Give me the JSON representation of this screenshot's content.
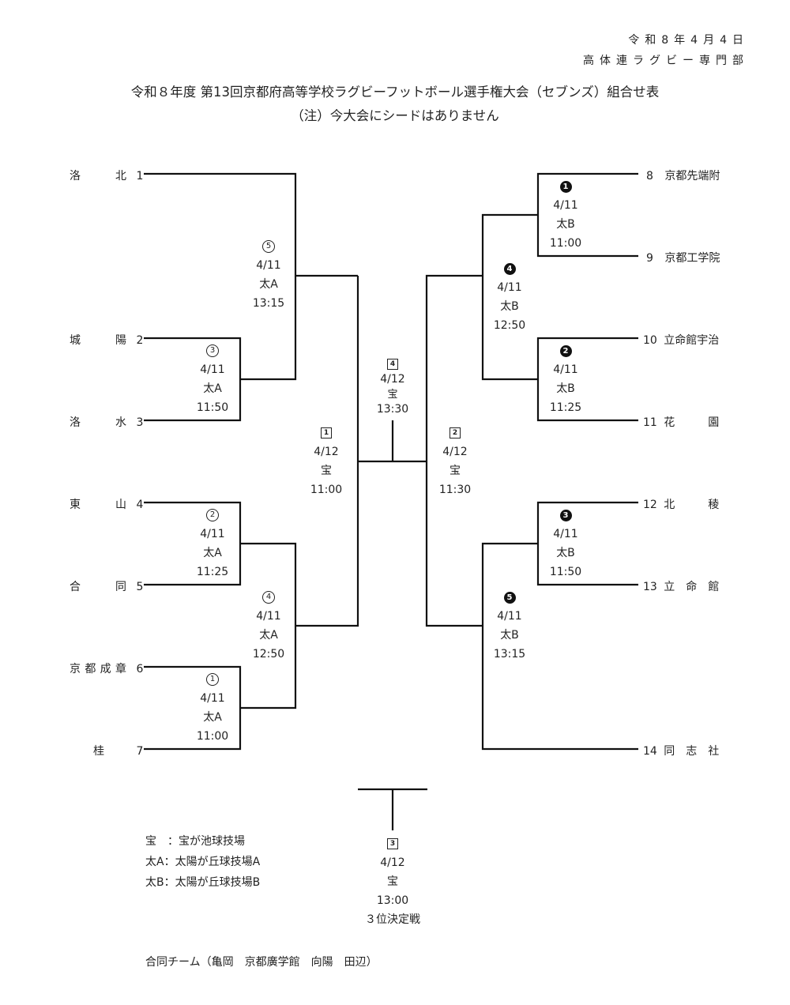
{
  "header": {
    "date": "令和8年4月4日",
    "department": "高体連ラグビー専門部",
    "title": "令和８年度 第13回京都府高等学校ラグビーフットボール選手権大会（セブンズ）組合せ表",
    "note": "（注）今大会にシードはありません"
  },
  "teams_left": [
    {
      "num": "1",
      "name": "洛北"
    },
    {
      "num": "2",
      "name": "城陽"
    },
    {
      "num": "3",
      "name": "洛水"
    },
    {
      "num": "4",
      "name": "東山"
    },
    {
      "num": "5",
      "name": "合同"
    },
    {
      "num": "6",
      "name": "京都成章"
    },
    {
      "num": "7",
      "name": "桂"
    }
  ],
  "teams_right": [
    {
      "num": "8",
      "name": "京都先端附"
    },
    {
      "num": "9",
      "name": "京都工学院"
    },
    {
      "num": "10",
      "name": "立命館宇治"
    },
    {
      "num": "11",
      "name": "花園"
    },
    {
      "num": "12",
      "name": "北稜"
    },
    {
      "num": "13",
      "name": "立命館"
    },
    {
      "num": "14",
      "name": "同志社"
    }
  ],
  "games": {
    "a5": {
      "mark": "5",
      "mark_style": "circle",
      "date": "4/11",
      "venue": "太A",
      "time": "13:15"
    },
    "a3": {
      "mark": "3",
      "mark_style": "circle",
      "date": "4/11",
      "venue": "太A",
      "time": "11:50"
    },
    "a2": {
      "mark": "2",
      "mark_style": "circle",
      "date": "4/11",
      "venue": "太A",
      "time": "11:25"
    },
    "a4": {
      "mark": "4",
      "mark_style": "circle",
      "date": "4/11",
      "venue": "太A",
      "time": "12:50"
    },
    "a1": {
      "mark": "1",
      "mark_style": "circle",
      "date": "4/11",
      "venue": "太A",
      "time": "11:00"
    },
    "b1": {
      "mark": "1",
      "mark_style": "filled",
      "date": "4/11",
      "venue": "太B",
      "time": "11:00"
    },
    "b4": {
      "mark": "4",
      "mark_style": "filled",
      "date": "4/11",
      "venue": "太B",
      "time": "12:50"
    },
    "b2": {
      "mark": "2",
      "mark_style": "filled",
      "date": "4/11",
      "venue": "太B",
      "time": "11:25"
    },
    "b3": {
      "mark": "3",
      "mark_style": "filled",
      "date": "4/11",
      "venue": "太B",
      "time": "11:50"
    },
    "b5": {
      "mark": "5",
      "mark_style": "filled",
      "date": "4/11",
      "venue": "太B",
      "time": "13:15"
    },
    "s1": {
      "mark": "1",
      "mark_style": "boxed",
      "date": "4/12",
      "venue": "宝",
      "time": "11:00"
    },
    "s2": {
      "mark": "2",
      "mark_style": "boxed",
      "date": "4/12",
      "venue": "宝",
      "time": "11:30"
    },
    "final": {
      "mark": "4",
      "mark_style": "boxed",
      "date": "4/12",
      "venue": "宝",
      "time": "13:30"
    },
    "third": {
      "mark": "3",
      "mark_style": "boxed",
      "date": "4/12",
      "venue": "宝",
      "time": "13:00",
      "label": "３位決定戦"
    }
  },
  "legend": [
    {
      "key": "宝　",
      "desc": "：宝が池球技場"
    },
    {
      "key": "太A",
      "desc": "：太陽が丘球技場A"
    },
    {
      "key": "太B",
      "desc": "：太陽が丘球技場B"
    }
  ],
  "footnote": "合同チーム（亀岡　京都廣学館　向陽　田辺）"
}
